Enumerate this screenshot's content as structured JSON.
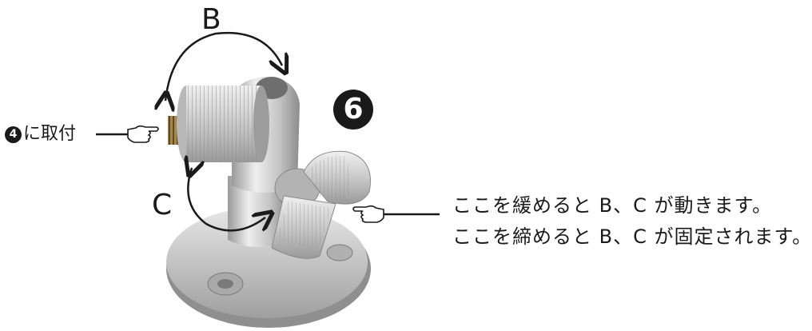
{
  "labels": {
    "b": "B",
    "c": "C",
    "step": "6",
    "left_callout": {
      "step_ref": "4",
      "text": "に取付"
    },
    "right_callout": {
      "line1": "ここを緩めると B、C が動きます。",
      "line2": "ここを締めると B、C が固定されます。"
    }
  },
  "colors": {
    "ink": "#1a1a1a",
    "metal_light": "#e6e6e6",
    "metal_mid": "#bdbdbd",
    "metal_dark": "#8a8a8a",
    "brass": "#a8874a"
  },
  "icons": [
    "pointing-hand-icon",
    "rotate-arrow-b-icon",
    "rotate-arrow-c-icon"
  ]
}
